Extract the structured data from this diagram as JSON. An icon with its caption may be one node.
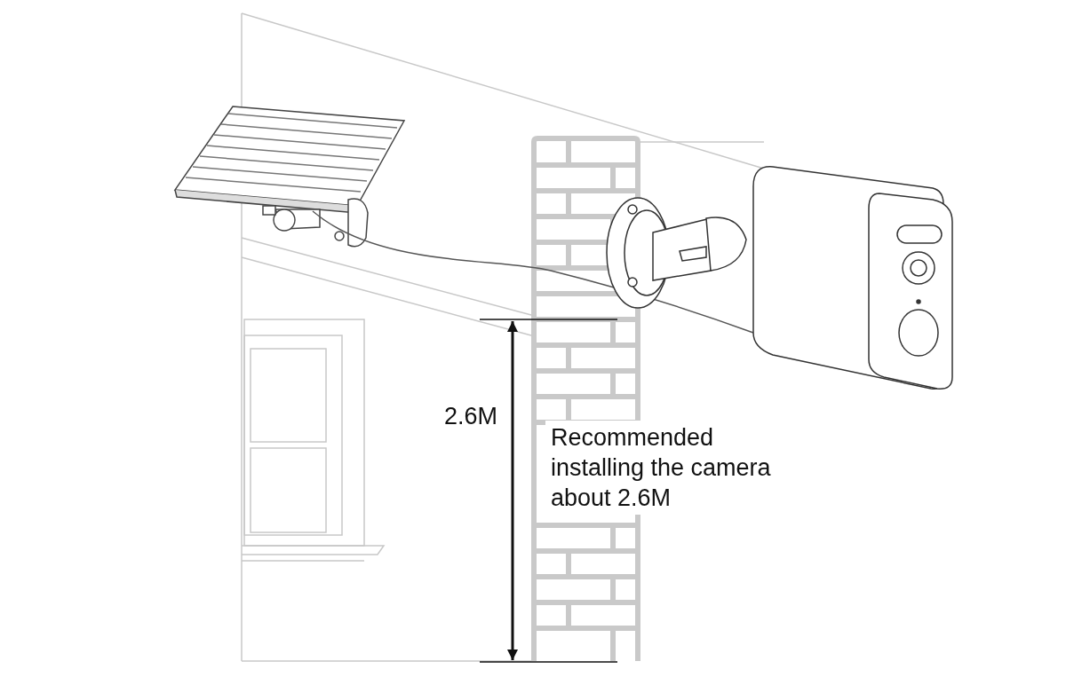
{
  "diagram": {
    "nodes": [
      {
        "text": [],
        "shape": "picture"
      },
      {
        "text": [],
        "shape": "picture"
      }
    ],
    "edges": [
      {
        "from": 0,
        "to": 1,
        "arrow": "none"
      }
    ],
    "labels": [
      "2.6M",
      "Recommended installing the camera about 2.6M"
    ]
  }
}
